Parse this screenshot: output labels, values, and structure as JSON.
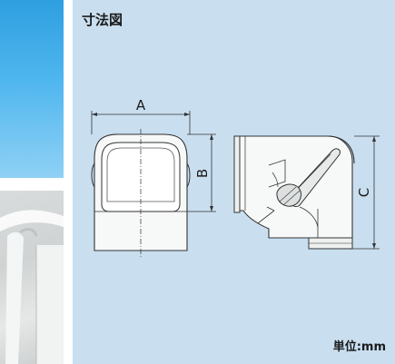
{
  "title": "寸法図",
  "unit_label": "単位:mm",
  "dimension_labels": {
    "a": "A",
    "b": "B",
    "c": "C"
  }
}
